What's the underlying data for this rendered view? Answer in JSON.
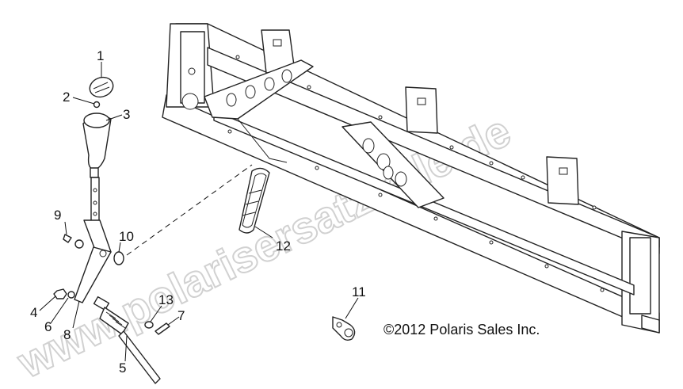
{
  "watermark": "www.polarisersatzteile.de",
  "copyright": "©2012 Polaris Sales Inc.",
  "callouts": [
    "1",
    "2",
    "3",
    "4",
    "5",
    "6",
    "7",
    "8",
    "9",
    "10",
    "11",
    "12",
    "13"
  ]
}
